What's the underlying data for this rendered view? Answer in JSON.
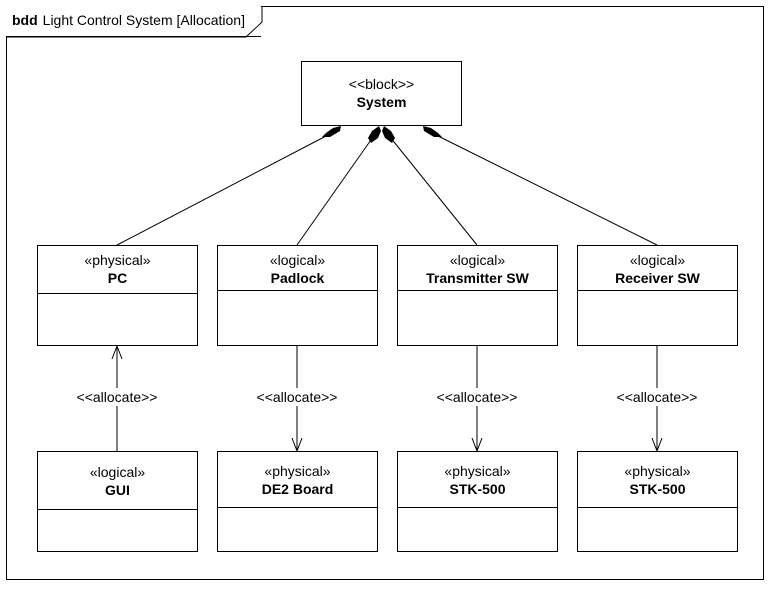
{
  "frame": {
    "kind": "bdd",
    "title": "Light Control System [Allocation]"
  },
  "root": {
    "stereotype": "<<block>>",
    "name": "System"
  },
  "blocks": [
    {
      "stereotype": "«physical»",
      "name": "PC"
    },
    {
      "stereotype": "«logical»",
      "name": "Padlock"
    },
    {
      "stereotype": "«logical»",
      "name": "Transmitter SW"
    },
    {
      "stereotype": "«logical»",
      "name": "Receiver SW"
    }
  ],
  "allocated": [
    {
      "stereotype": "«logical»",
      "name": "GUI"
    },
    {
      "stereotype": "«physical»",
      "name": "DE2 Board"
    },
    {
      "stereotype": "«physical»",
      "name": "STK-500"
    },
    {
      "stereotype": "«physical»",
      "name": "STK-500"
    }
  ],
  "allocations": [
    {
      "label": "<<allocate>>",
      "direction": "up"
    },
    {
      "label": "<<allocate>>",
      "direction": "down"
    },
    {
      "label": "<<allocate>>",
      "direction": "down"
    },
    {
      "label": "<<allocate>>",
      "direction": "down"
    }
  ]
}
